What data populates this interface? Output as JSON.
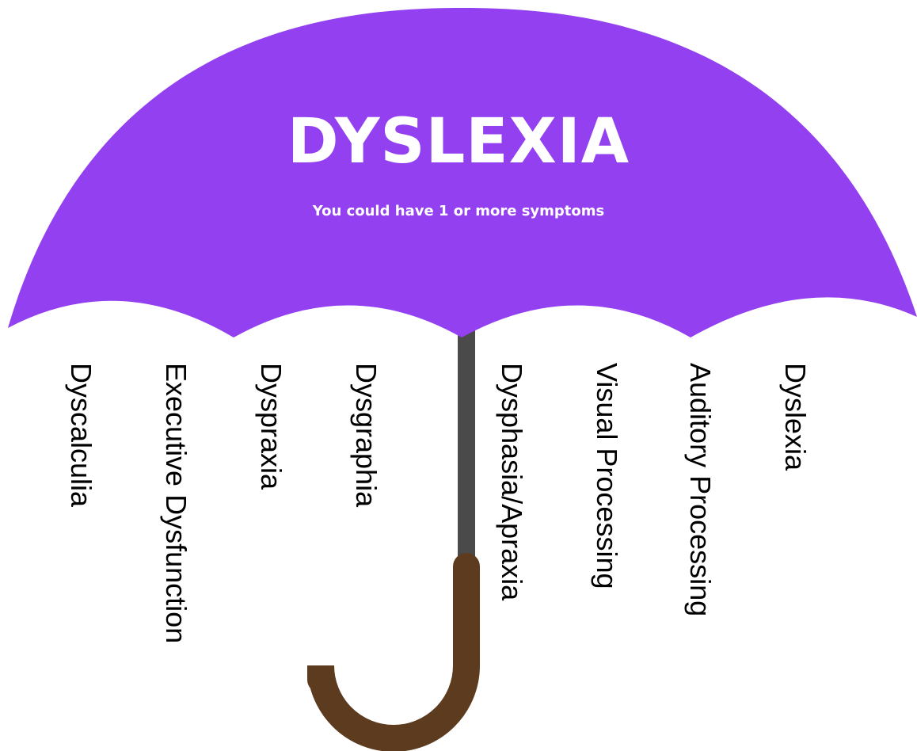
{
  "title": "DYSLEXIA",
  "subtitle": "You could have 1 or more symptoms",
  "colors": {
    "canopy": "#9341f0",
    "shaft": "#4a4a4a",
    "handle": "#5c3b1e",
    "text_on_canopy": "#ffffff",
    "label_text": "#000000"
  },
  "symptoms": [
    "Dyscalculia",
    "Executive Dysfunction",
    "Dyspraxia",
    "Dysgraphia",
    "Dysphasia/Apraxia",
    "Visual Processing",
    "Auditory Processing",
    "Dyslexia"
  ]
}
